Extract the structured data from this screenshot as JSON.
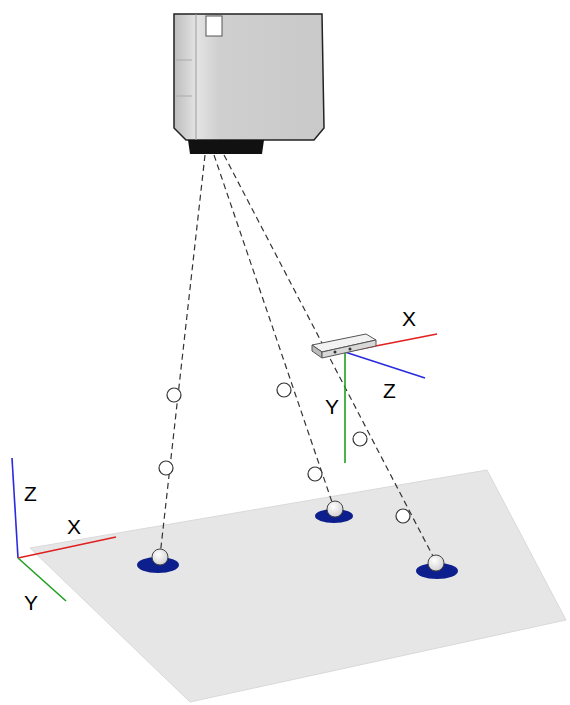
{
  "diagram": {
    "labels": [
      "X",
      "Z",
      "Y",
      "Z",
      "X",
      "Y"
    ]
  }
}
